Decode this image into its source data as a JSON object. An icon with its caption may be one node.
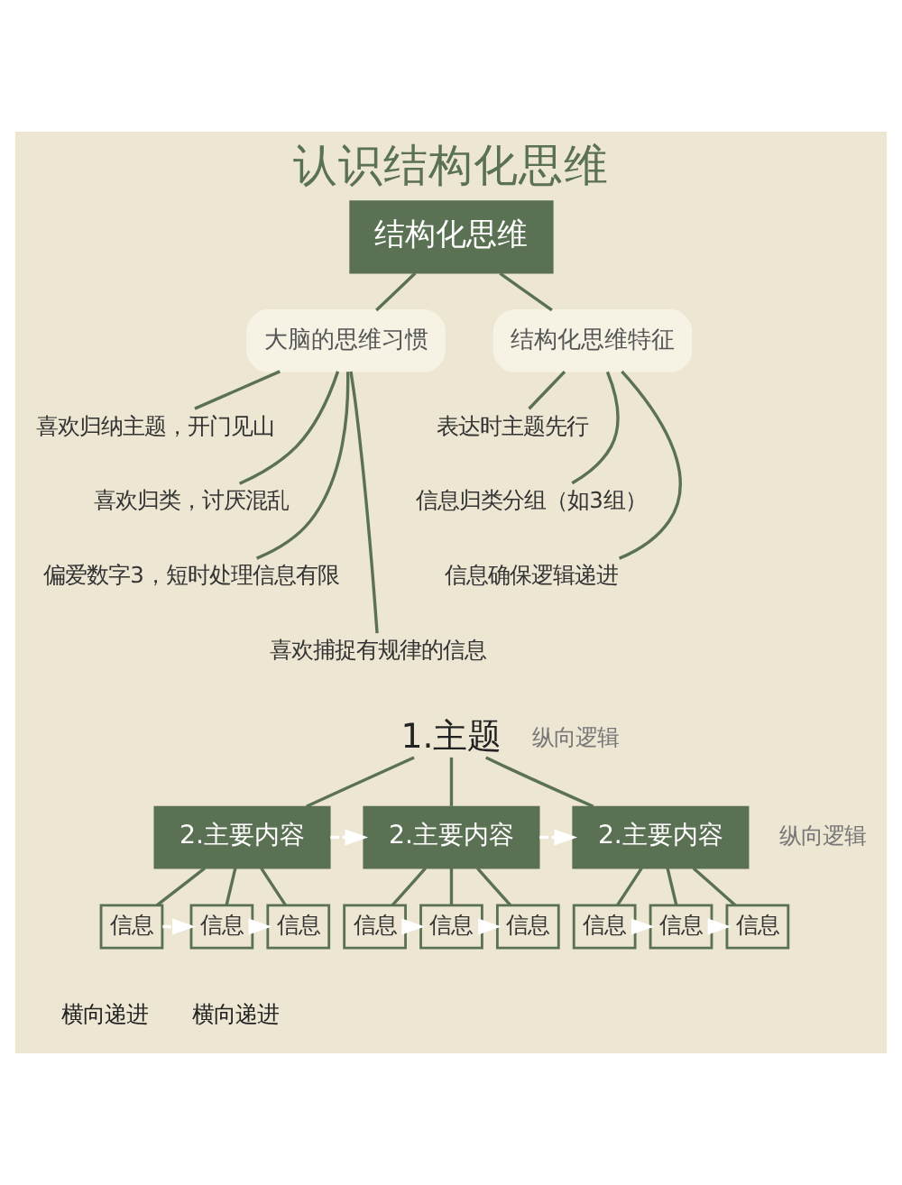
{
  "diagram": {
    "title": "认识结构化思维",
    "nodes": [
      {
        "text": [
          "结构化思维"
        ]
      },
      {
        "text": [
          "大脑的思维习惯"
        ]
      },
      {
        "text": [
          "结构化思维特征"
        ]
      },
      {
        "text": [
          "喜欢归纳主题，开门见山"
        ]
      },
      {
        "text": [
          "喜欢归类，讨厌混乱"
        ]
      },
      {
        "text": [
          "偏爱数字3，短时处理信息有限"
        ]
      },
      {
        "text": [
          "喜欢捕捉有规律的信息"
        ]
      },
      {
        "text": [
          "表达时主题先行"
        ]
      },
      {
        "text": [
          "信息归类分组（如3组）"
        ]
      },
      {
        "text": [
          "信息确保逻辑递进"
        ]
      },
      {
        "text": [
          "1.主题"
        ]
      },
      {
        "text": [
          "2.主要内容"
        ]
      },
      {
        "text": [
          "2.主要内容"
        ]
      },
      {
        "text": [
          "2.主要内容"
        ]
      },
      {
        "text": [
          "信息"
        ]
      },
      {
        "text": [
          "信息"
        ]
      },
      {
        "text": [
          "信息"
        ]
      },
      {
        "text": [
          "信息"
        ]
      },
      {
        "text": [
          "信息"
        ]
      },
      {
        "text": [
          "信息"
        ]
      },
      {
        "text": [
          "信息"
        ]
      },
      {
        "text": [
          "信息"
        ]
      },
      {
        "text": [
          "信息"
        ]
      }
    ],
    "edges": [
      {
        "from": 0,
        "to": 1,
        "arrow": "none"
      },
      {
        "from": 0,
        "to": 2,
        "arrow": "none"
      },
      {
        "from": 1,
        "to": 3,
        "arrow": "none"
      },
      {
        "from": 1,
        "to": 4,
        "arrow": "none"
      },
      {
        "from": 1,
        "to": 5,
        "arrow": "none"
      },
      {
        "from": 1,
        "to": 6,
        "arrow": "none"
      },
      {
        "from": 2,
        "to": 7,
        "arrow": "none"
      },
      {
        "from": 2,
        "to": 8,
        "arrow": "none"
      },
      {
        "from": 2,
        "to": 9,
        "arrow": "none"
      },
      {
        "from": 10,
        "to": 11,
        "arrow": "none"
      },
      {
        "from": 10,
        "to": 12,
        "arrow": "none"
      },
      {
        "from": 10,
        "to": 13,
        "arrow": "none"
      },
      {
        "from": 11,
        "to": 14,
        "arrow": "none"
      },
      {
        "from": 11,
        "to": 15,
        "arrow": "none"
      },
      {
        "from": 11,
        "to": 16,
        "arrow": "none"
      },
      {
        "from": 12,
        "to": 17,
        "arrow": "none"
      },
      {
        "from": 12,
        "to": 18,
        "arrow": "none"
      },
      {
        "from": 12,
        "to": 19,
        "arrow": "none"
      },
      {
        "from": 13,
        "to": 20,
        "arrow": "none"
      },
      {
        "from": 13,
        "to": 21,
        "arrow": "none"
      },
      {
        "from": 13,
        "to": 22,
        "arrow": "none"
      },
      {
        "from": 11,
        "to": 12,
        "arrow": "to",
        "style": "dashed",
        "color": "#ffffff"
      },
      {
        "from": 12,
        "to": 13,
        "arrow": "to",
        "style": "dashed",
        "color": "#ffffff"
      },
      {
        "from": 14,
        "to": 15,
        "arrow": "to",
        "style": "dashed",
        "color": "#ffffff"
      },
      {
        "from": 15,
        "to": 16,
        "arrow": "to",
        "style": "dashed",
        "color": "#ffffff"
      },
      {
        "from": 17,
        "to": 18,
        "arrow": "to",
        "style": "dashed",
        "color": "#ffffff"
      },
      {
        "from": 18,
        "to": 19,
        "arrow": "to",
        "style": "dashed",
        "color": "#ffffff"
      },
      {
        "from": 20,
        "to": 21,
        "arrow": "to",
        "style": "dashed",
        "color": "#ffffff"
      },
      {
        "from": 21,
        "to": 22,
        "arrow": "to",
        "style": "dashed",
        "color": "#ffffff"
      }
    ],
    "labels": [
      "纵向逻辑",
      "横向递进",
      "纵向逻辑",
      "横向递进"
    ]
  }
}
